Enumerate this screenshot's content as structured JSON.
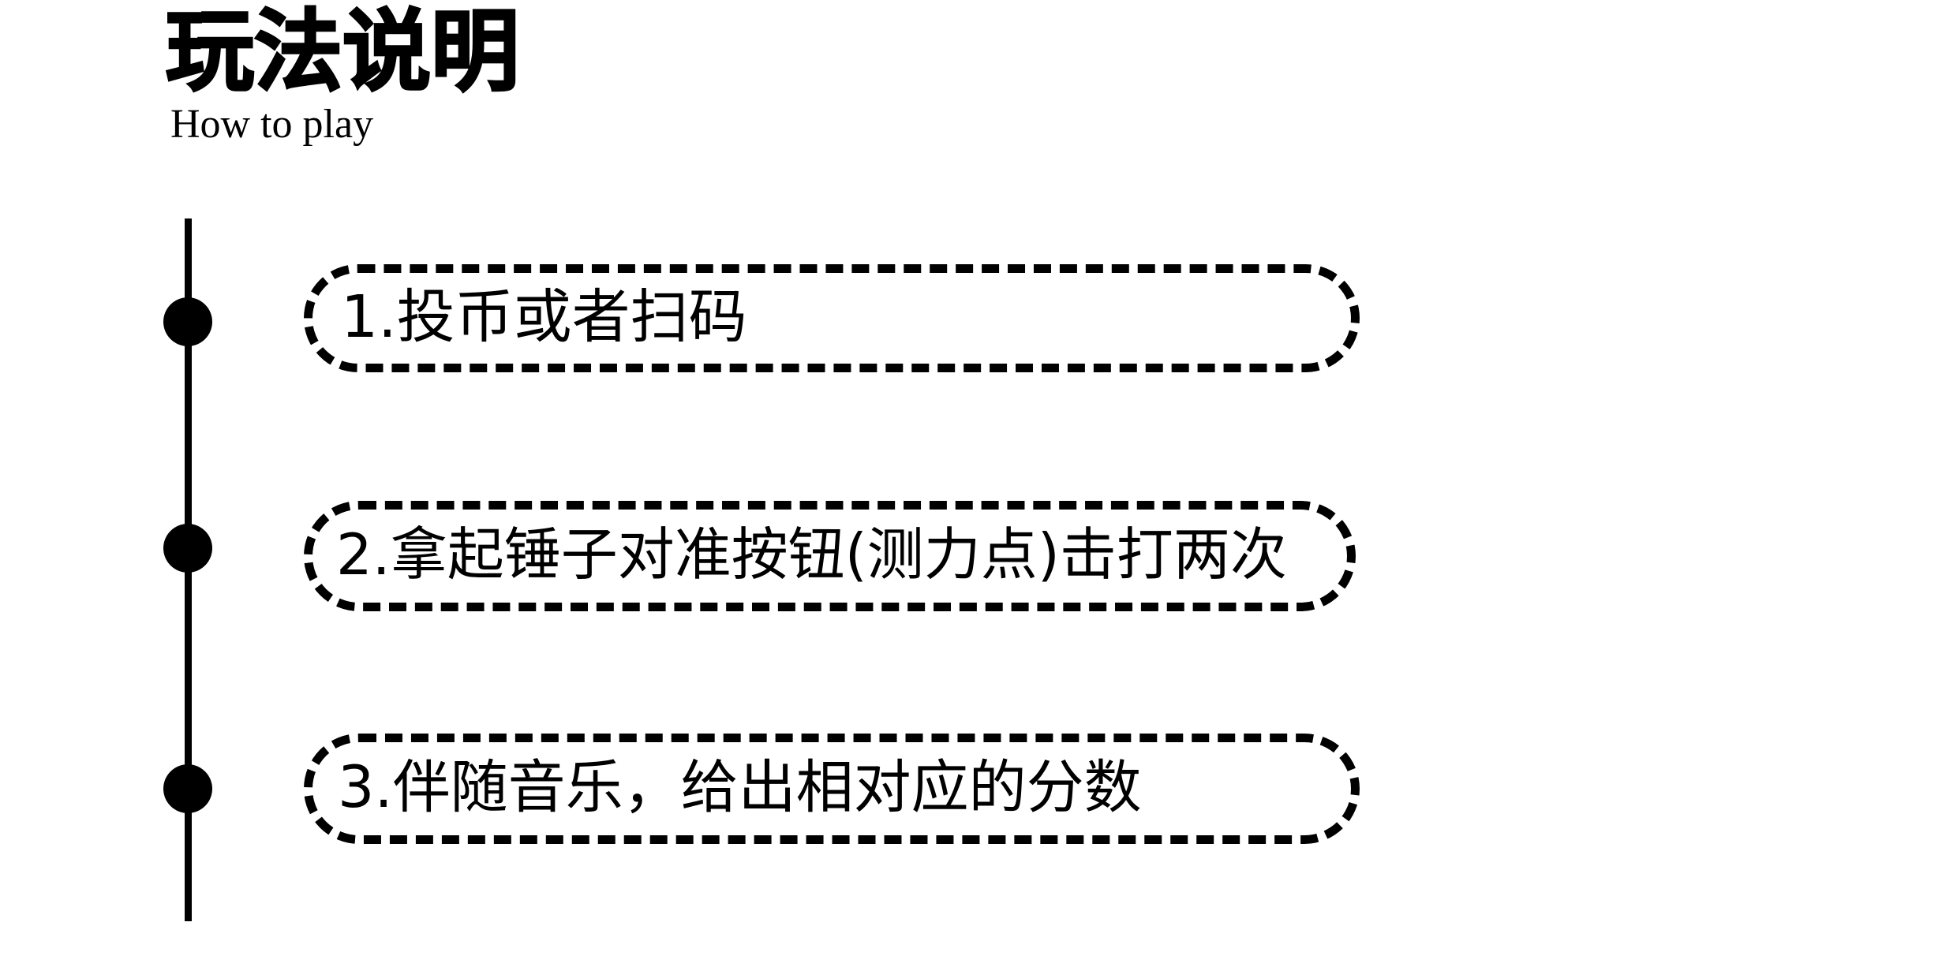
{
  "page": {
    "background_color": "#ffffff",
    "ink_color": "#000000"
  },
  "header": {
    "title": "玩法说明",
    "subtitle": "How to play"
  },
  "timeline": {
    "marker_icon": "filled-circle-icon",
    "steps": [
      {
        "index": "1",
        "text": "1.投币或者扫码"
      },
      {
        "index": "2",
        "text": "2.拿起锤子对准按钮(测力点)击打两次"
      },
      {
        "index": "3",
        "text": "3.伴随音乐，给出相对应的分数"
      }
    ]
  }
}
